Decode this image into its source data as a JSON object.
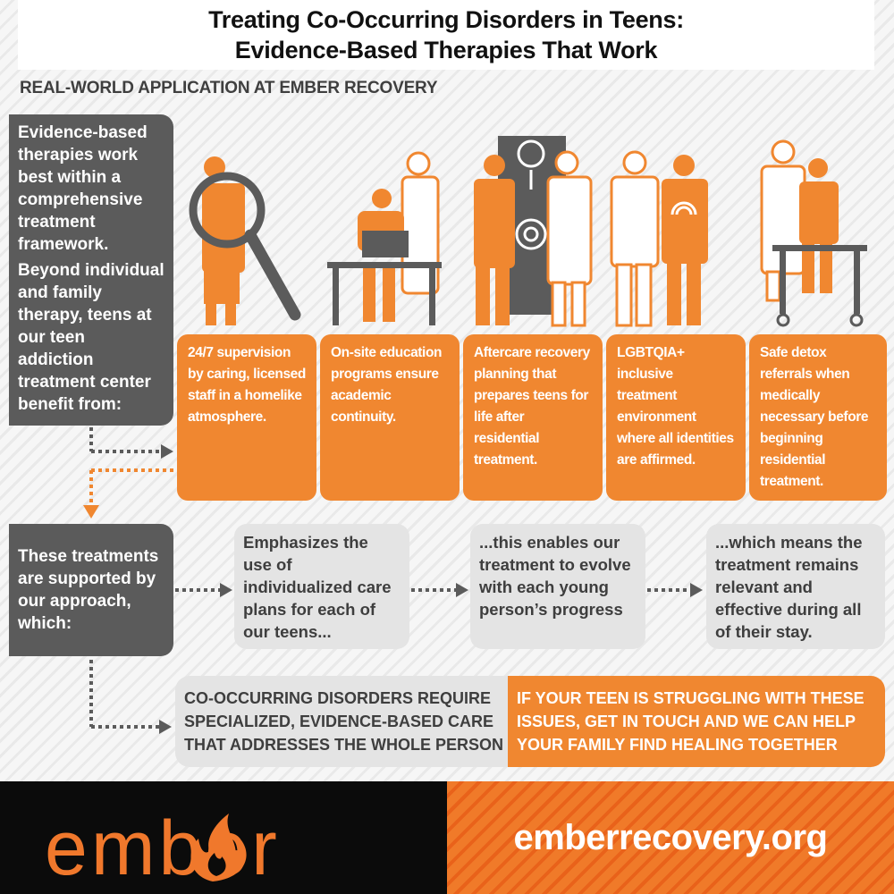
{
  "header": {
    "title_line1": "Treating Co-Occurring Disorders in Teens:",
    "title_line2": "Evidence-Based Therapies That Work",
    "subheading": "REAL-WORLD APPLICATION AT EMBER RECOVERY"
  },
  "intro": {
    "paragraph1": "Evidence-based therapies work best within a comprehensive treatment framework.",
    "paragraph2": "Beyond individual and family therapy, teens at our teen addiction treatment center benefit from:"
  },
  "features": [
    {
      "icon": "magnifier-person-icon",
      "text": "24/7 supervision by caring, licensed staff in a homelike atmosphere."
    },
    {
      "icon": "student-laptop-icon",
      "text": "On-site education programs ensure academic continuity."
    },
    {
      "icon": "goal-planning-icon",
      "text": "Aftercare recovery planning that prepares teens for life after residential treatment."
    },
    {
      "icon": "inclusive-support-icon",
      "text": "LGBTQIA+ inclusive treatment environment where all identities are affirmed."
    },
    {
      "icon": "medical-detox-icon",
      "text": "Safe detox referrals when medically necessary before beginning residential treatment."
    }
  ],
  "approach": {
    "label": "These treatments are supported by our approach, which:",
    "steps": [
      "Emphasizes the use of individualized care plans for each of our teens...",
      "...this enables our treatment to evolve with each young person’s progress",
      "...which means the treatment remains relevant and effective during all of their stay."
    ]
  },
  "callouts": {
    "statement": "CO-OCCURRING DISORDERS REQUIRE SPECIALIZED, EVIDENCE-BASED CARE THAT ADDRESSES THE WHOLE PERSON",
    "cta": "IF YOUR TEEN IS STRUGGLING WITH THESE ISSUES, GET IN TOUCH AND WE CAN HELP YOUR FAMILY FIND HEALING TOGETHER"
  },
  "footer": {
    "brand": "ember",
    "url": "emberrecovery.org"
  },
  "colors": {
    "orange": "#f08730",
    "dark_grey": "#5b5b5b",
    "light_grey": "#e4e4e4",
    "footer_black": "#0b0b0b"
  }
}
